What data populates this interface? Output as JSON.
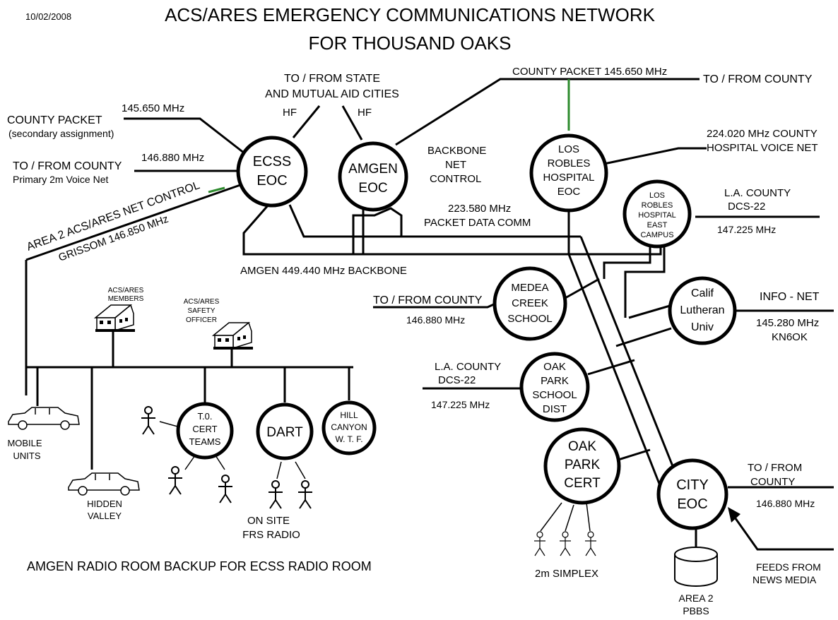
{
  "header": {
    "date": "10/02/2008",
    "title_line1": "ACS/ARES  EMERGENCY COMMUNICATIONS  NETWORK",
    "title_line2": "FOR THOUSAND OAKS"
  },
  "nodes": {
    "ecss": [
      "ECSS",
      "EOC"
    ],
    "amgen": [
      "AMGEN",
      "EOC"
    ],
    "los_robles": [
      "LOS",
      "ROBLES",
      "HOSPITAL",
      "EOC"
    ],
    "los_robles_east": [
      "LOS",
      "ROBLES",
      "HOSPITAL",
      "EAST",
      "CAMPUS"
    ],
    "medea": [
      "MEDEA",
      "CREEK",
      "SCHOOL"
    ],
    "calif_lutheran": [
      "Calif",
      "Lutheran",
      "Univ"
    ],
    "oak_park_school": [
      "OAK",
      "PARK",
      "SCHOOL",
      "DIST"
    ],
    "oak_park_cert": [
      "OAK",
      "PARK",
      "CERT"
    ],
    "city_eoc": [
      "CITY",
      "EOC"
    ],
    "cert_teams": [
      "T.0.",
      "CERT",
      "TEAMS"
    ],
    "dart": [
      "DART"
    ],
    "hill_canyon": [
      "HILL",
      "CANYON",
      "W. T. F."
    ]
  },
  "labels": {
    "county_packet_secondary": [
      "COUNTY PACKET",
      "(secondary assignment)"
    ],
    "freq_145650_left": "145.650 MHz",
    "to_from_county_primary": [
      "TO / FROM COUNTY",
      "Primary 2m Voice Net"
    ],
    "freq_146880_left": "146.880 MHz",
    "state_mutual_aid": [
      "TO / FROM STATE",
      "AND MUTUAL AID CITIES"
    ],
    "hf_1": "HF",
    "hf_2": "HF",
    "county_packet_top": "COUNTY PACKET  145.650 MHz",
    "to_from_county_top": "TO / FROM COUNTY",
    "backbone_net_control": [
      "BACKBONE",
      "NET",
      "CONTROL"
    ],
    "hospital_voice_net": [
      "224.020 MHz COUNTY",
      "HOSPITAL VOICE NET"
    ],
    "la_county_dcs_top": [
      "L.A. COUNTY",
      "DCS-22"
    ],
    "freq_147225_top": "147.225 MHz",
    "packet_data_comm": [
      "223.580 MHz",
      "PACKET DATA COMM"
    ],
    "area2_net_control": "AREA 2  ACS/ARES NET CONTROL",
    "grissom": "GRISSOM  146.850 MHz",
    "amgen_backbone": "AMGEN 449.440 MHz BACKBONE",
    "to_from_county_medea": "TO / FROM COUNTY",
    "freq_146880_medea": "146.880 MHz",
    "info_net": "INFO - NET",
    "freq_145280": [
      "145.280 MHz",
      "KN6OK"
    ],
    "la_county_dcs_mid": [
      "L.A. COUNTY",
      "DCS-22"
    ],
    "freq_147225_mid": "147.225 MHz",
    "acs_ares_members": [
      "ACS/ARES",
      "MEMBERS"
    ],
    "safety_officer": [
      "ACS/ARES",
      "SAFETY",
      "OFFICER"
    ],
    "mobile_units": [
      "MOBILE",
      "UNITS"
    ],
    "hidden_valley": [
      "HIDDEN",
      "VALLEY"
    ],
    "on_site_frs": [
      "ON SITE",
      "FRS RADIO"
    ],
    "simplex_2m": "2m SIMPLEX",
    "to_from_county_city": [
      "TO / FROM",
      "COUNTY"
    ],
    "freq_146880_city": "146.880 MHz",
    "feeds_news_media": [
      "FEEDS FROM",
      "NEWS MEDIA"
    ],
    "area2_pbbs": [
      "AREA 2",
      "PBBS"
    ],
    "amgen_backup": "AMGEN RADIO ROOM BACKUP FOR ECSS RADIO ROOM"
  },
  "colors": {
    "line": "#000000",
    "green_link": "#2e8b2e"
  }
}
